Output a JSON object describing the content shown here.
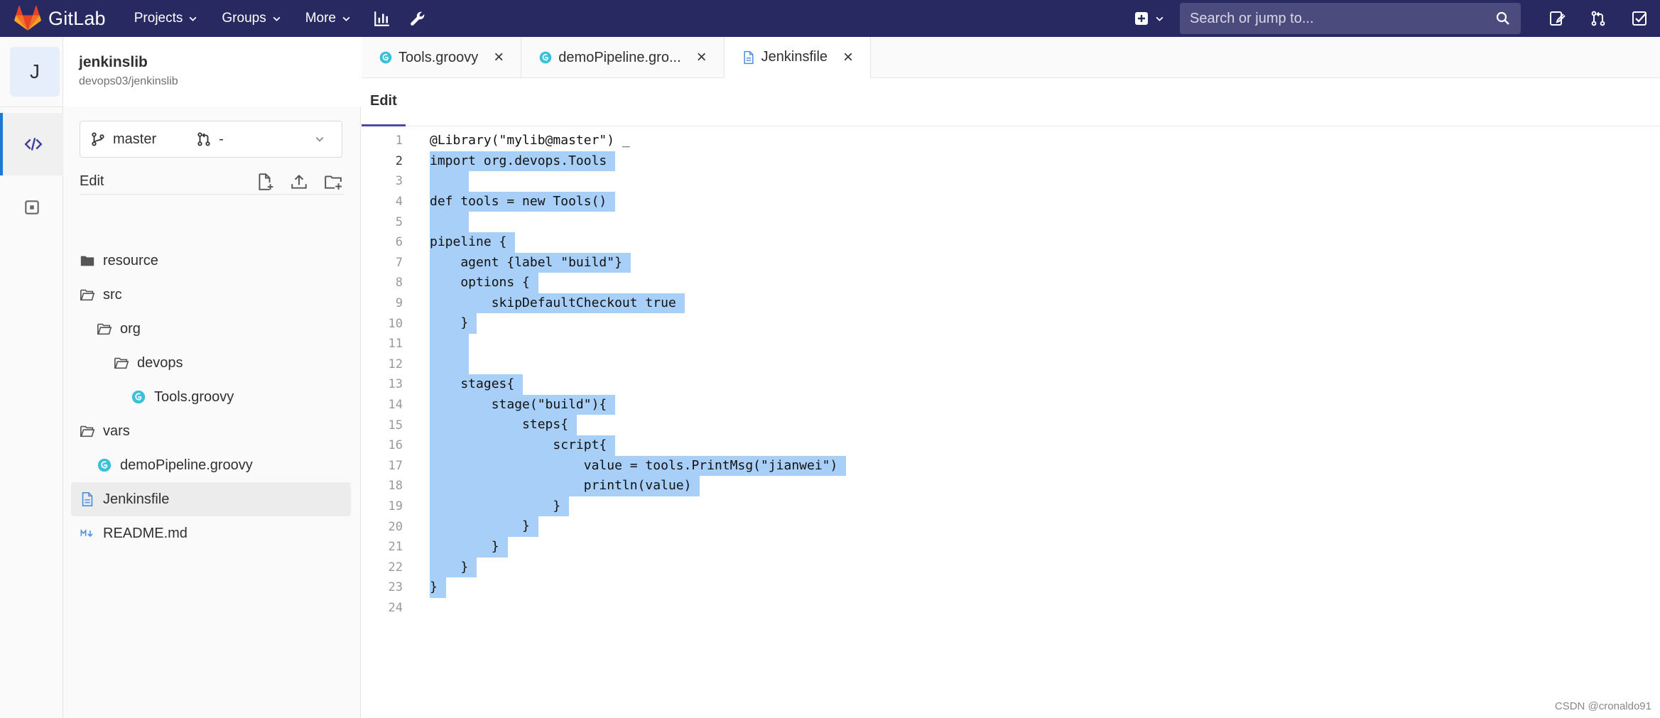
{
  "topnav": {
    "logo_text": "GitLab",
    "projects_label": "Projects",
    "groups_label": "Groups",
    "more_label": "More",
    "search_placeholder": "Search or jump to...",
    "bar_color": "#292961"
  },
  "project": {
    "avatar_letter": "J",
    "name": "jenkinslib",
    "path": "devops03/jenkinslib"
  },
  "branch": {
    "name": "master",
    "merge_request": "-"
  },
  "filepanel": {
    "edit_label": "Edit",
    "items": [
      {
        "label": "resource",
        "type": "folder"
      },
      {
        "label": "src",
        "type": "folder-open"
      },
      {
        "label": "org",
        "type": "folder-open"
      },
      {
        "label": "devops",
        "type": "folder-open"
      },
      {
        "label": "Tools.groovy",
        "type": "groovy-file"
      },
      {
        "label": "vars",
        "type": "folder-open"
      },
      {
        "label": "demoPipeline.groovy",
        "type": "groovy-file"
      },
      {
        "label": "Jenkinsfile",
        "type": "file",
        "selected": true
      },
      {
        "label": "README.md",
        "type": "markdown-file"
      }
    ]
  },
  "tabs": [
    {
      "label": "Tools.groovy",
      "icon": "groovy-icon"
    },
    {
      "label": "demoPipeline.gro...",
      "icon": "groovy-icon"
    },
    {
      "label": "Jenkinsfile",
      "icon": "file-icon",
      "active": true
    }
  ],
  "subtab_label": "Edit",
  "code": {
    "selection_color": "#a8cff7",
    "lines": [
      "@Library(\"mylib@master\") _",
      "import org.devops.Tools",
      "",
      "def tools = new Tools()",
      "",
      "pipeline {",
      "    agent {label \"build\"}",
      "    options {",
      "        skipDefaultCheckout true",
      "    }",
      "",
      "",
      "    stages{",
      "        stage(\"build\"){",
      "            steps{",
      "                script{",
      "                    value = tools.PrintMsg(\"jianwei\")",
      "                    println(value)",
      "                }",
      "            }",
      "        }",
      "    }",
      "}",
      ""
    ],
    "line_numbers": [
      "1",
      "2",
      "3",
      "4",
      "5",
      "6",
      "7",
      "8",
      "9",
      "10",
      "11",
      "12",
      "13",
      "14",
      "15",
      "16",
      "17",
      "18",
      "19",
      "20",
      "21",
      "22",
      "23",
      "24"
    ]
  },
  "watermark": "CSDN @cronaldo91"
}
